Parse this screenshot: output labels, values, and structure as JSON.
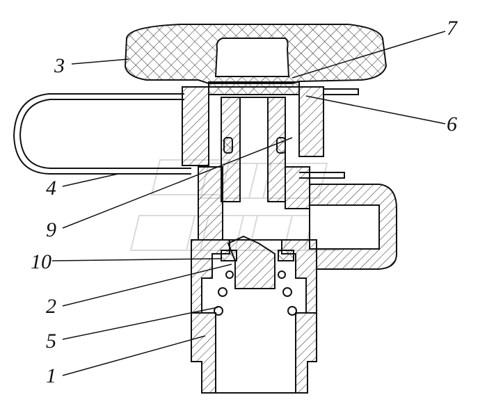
{
  "labels": {
    "l1": "1",
    "l2": "2",
    "l3": "3",
    "l4": "4",
    "l5": "5",
    "l6": "6",
    "l7": "7",
    "l9": "9",
    "l10": "10"
  },
  "colors": {
    "ink": "#111111",
    "watermark": "#d9d9d9",
    "background": "#ffffff"
  }
}
